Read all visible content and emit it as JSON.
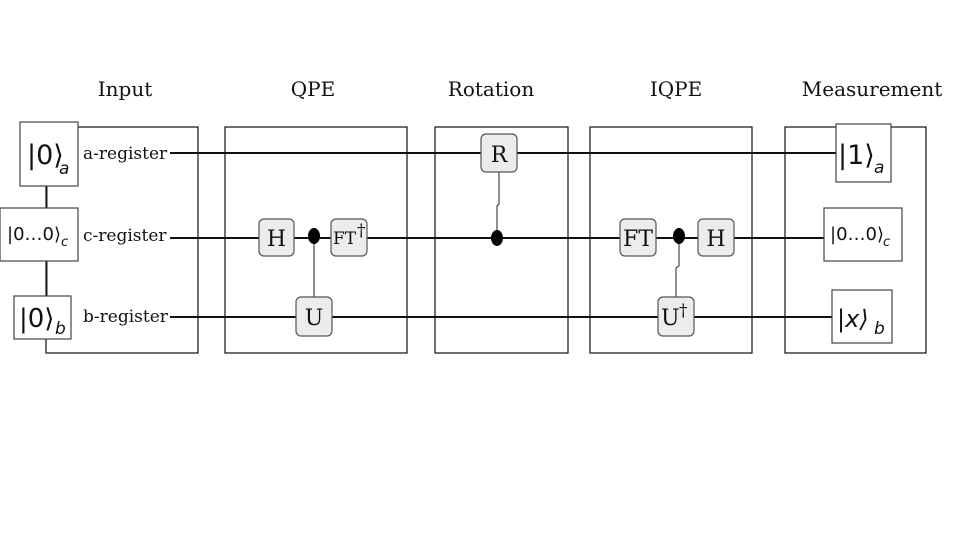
{
  "sections": {
    "input": "Input",
    "qpe": "QPE",
    "rotation": "Rotation",
    "iqpe": "IQPE",
    "measurement": "Measurement"
  },
  "registers": {
    "a": "a-register",
    "c": "c-register",
    "b": "b-register"
  },
  "input_states": {
    "a": "|0⟩",
    "a_sub": "a",
    "c": "|0…0⟩",
    "c_sub": "c",
    "b": "|0⟩",
    "b_sub": "b"
  },
  "gates": {
    "qpe_h": "H",
    "qpe_ft": "FT",
    "qpe_ft_dagger": "†",
    "qpe_u": "U",
    "rotation_r": "R",
    "iqpe_ft": "FT",
    "iqpe_h": "H",
    "iqpe_u": "U",
    "iqpe_u_dagger": "†"
  },
  "output_states": {
    "a": "|1⟩",
    "a_sub": "a",
    "c": "|0…0⟩",
    "c_sub": "c",
    "b": "|x⟩",
    "b_sub": "b"
  }
}
